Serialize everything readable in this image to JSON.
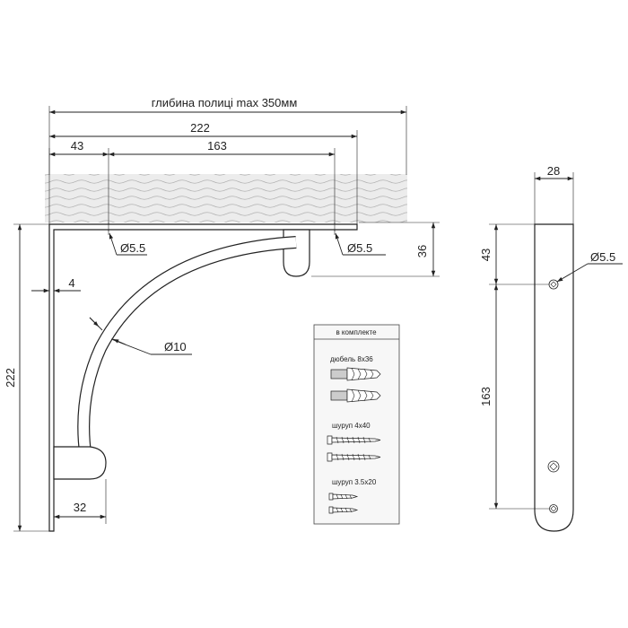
{
  "dimensions": {
    "shelf_depth": "глибина полиці max 350мм",
    "arm_length": "222",
    "offset_first_hole": "43",
    "hole_spacing": "163",
    "hole_left": "5.5",
    "hole_right": "5.5",
    "top_pad_height": "36",
    "plate_thickness": "4",
    "tube_diameter": "10",
    "height": "222",
    "foot_length": "32",
    "side_width": "28",
    "side_top_offset": "43",
    "side_hole": "5.5",
    "side_spacing": "163"
  },
  "diameter_symbol": "Ø",
  "kit": {
    "title": "в комплекте",
    "dowel_label": "дюбель 8х36",
    "screw_label": "шуруп 4х40",
    "small_screw_label": "шуруп 3.5х20"
  }
}
